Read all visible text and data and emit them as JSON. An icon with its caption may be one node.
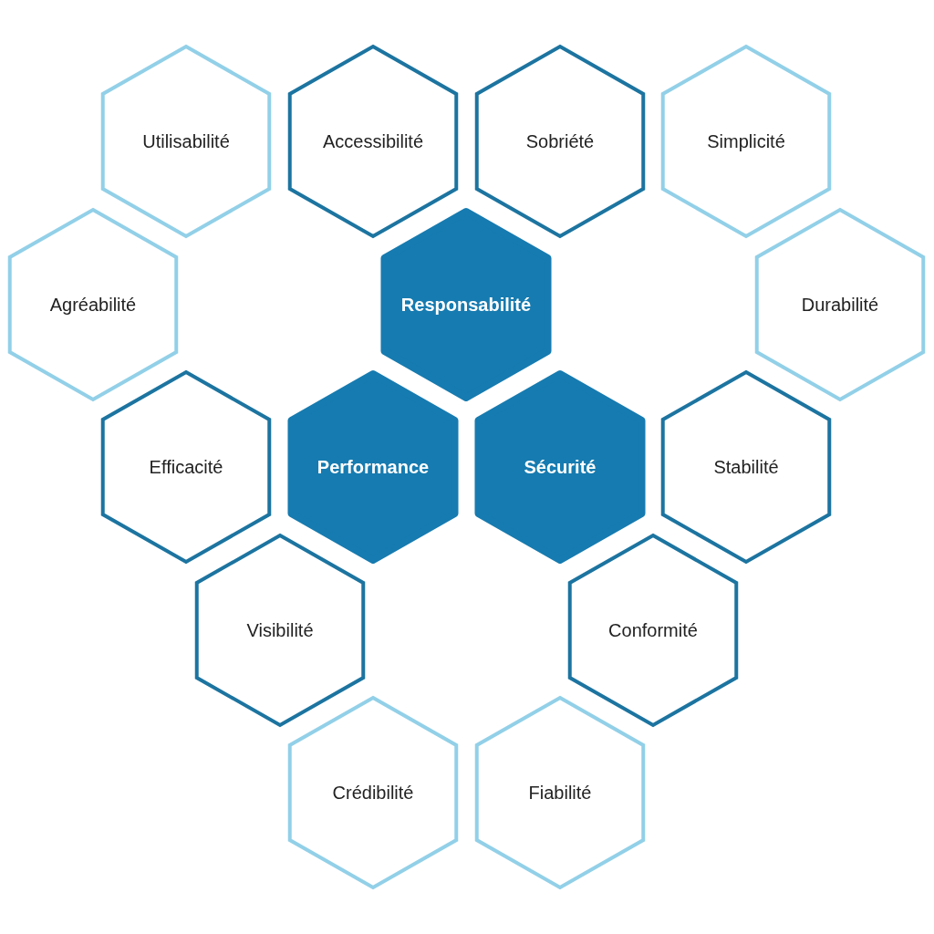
{
  "diagram": {
    "nodes": [
      {
        "text": [
          "Utilisabilité"
        ]
      },
      {
        "text": [
          "Accessibilité"
        ]
      },
      {
        "text": [
          "Sobriété"
        ]
      },
      {
        "text": [
          "Simplicité"
        ]
      },
      {
        "text": [
          "Agréabilité"
        ]
      },
      {
        "text": [
          "Responsabilité"
        ]
      },
      {
        "text": [
          "Durabilité"
        ]
      },
      {
        "text": [
          "Efficacité"
        ]
      },
      {
        "text": [
          "Performance"
        ]
      },
      {
        "text": [
          "Sécurité"
        ]
      },
      {
        "text": [
          "Stabilité"
        ]
      },
      {
        "text": [
          "Visibilité"
        ]
      },
      {
        "text": [
          "Conformité"
        ]
      },
      {
        "text": [
          "Crédibilité"
        ]
      },
      {
        "text": [
          "Fiabilité"
        ]
      }
    ]
  }
}
